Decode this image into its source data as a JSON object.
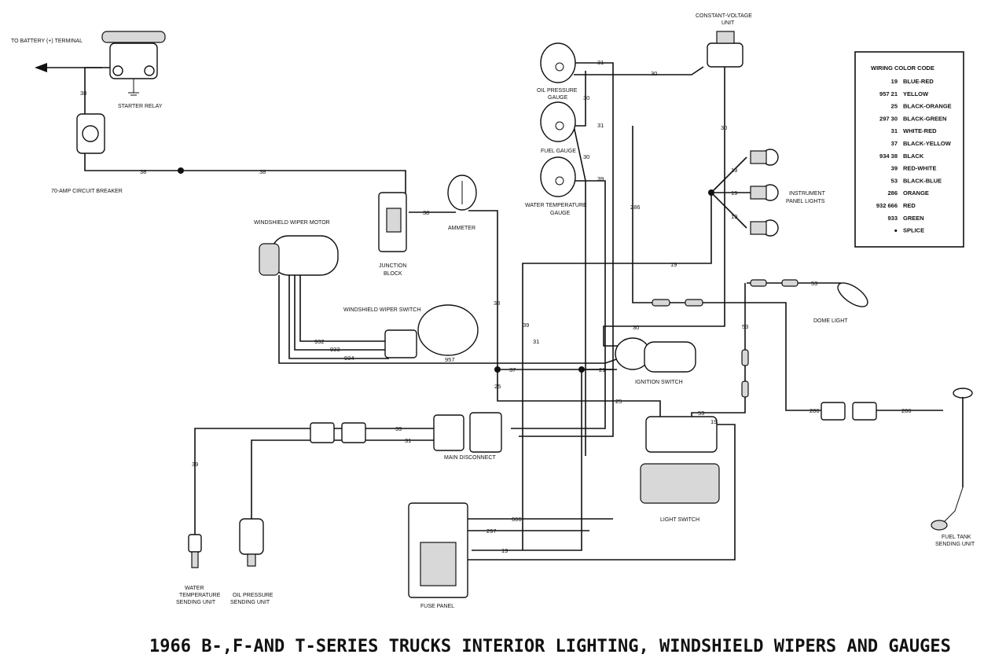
{
  "title": "1966 B-,F-AND T-SERIES TRUCKS INTERIOR LIGHTING, WINDSHIELD WIPERS AND GAUGES",
  "components": {
    "battery_terminal": "TO BATTERY (+) TERMINAL",
    "starter_relay": "STARTER RELAY",
    "circuit_breaker": "70-AMP CIRCUIT BREAKER",
    "wiper_motor": "WINDSHIELD WIPER MOTOR",
    "junction_block_1": "JUNCTION",
    "junction_block_2": "BLOCK",
    "ammeter": "AMMETER",
    "wiper_switch": "WINDSHIELD WIPER SWITCH",
    "oil_gauge_1": "OIL PRESSURE",
    "oil_gauge_2": "GAUGE",
    "fuel_gauge": "FUEL GAUGE",
    "water_gauge_1": "WATER TEMPERATURE",
    "water_gauge_2": "GAUGE",
    "cvu_1": "CONSTANT-VOLTAGE",
    "cvu_2": "UNIT",
    "panel_lights_1": "INSTRUMENT",
    "panel_lights_2": "PANEL LIGHTS",
    "dome_light": "DOME LIGHT",
    "ignition_switch": "IGNITION SWITCH",
    "main_disconnect": "MAIN DISCONNECT",
    "light_switch": "LIGHT SWITCH",
    "fuse_panel": "FUSE PANEL",
    "fuel_sender_1": "FUEL TANK",
    "fuel_sender_2": "SENDING UNIT",
    "water_sender_1": "WATER",
    "water_sender_2": "TEMPERATURE",
    "water_sender_3": "SENDING UNIT",
    "oil_sender_1": "OIL PRESSURE",
    "oil_sender_2": "SENDING UNIT"
  },
  "wire_numbers": {
    "w38a": "38",
    "w38b": "38",
    "w38c": "38",
    "w38d": "38",
    "w38e": "38",
    "w31a": "31",
    "w31b": "31",
    "w31c": "31",
    "w31d": "31",
    "w30a": "30",
    "w30b": "30",
    "w30c": "30",
    "w30d": "30",
    "w30e": "30",
    "w39a": "39",
    "w39b": "39",
    "w39c": "39",
    "w39d": "39",
    "w286a": "286",
    "w286b": "286",
    "w286c": "286",
    "w19a": "19",
    "w19b": "19",
    "w19c": "19",
    "w19d": "19",
    "w19e": "19",
    "w19f": "19",
    "w53a": "53",
    "w53b": "53",
    "w53c": "53",
    "w932": "932",
    "w933": "933",
    "w934": "934",
    "w957": "957",
    "w37": "37",
    "w21": "21",
    "w25a": "25",
    "w25b": "25",
    "w666": "666",
    "w297": "297"
  },
  "legend": {
    "header": "WIRING  COLOR CODE",
    "rows": [
      {
        "code": "19",
        "color": "BLUE-RED"
      },
      {
        "code": "957  21",
        "color": "YELLOW"
      },
      {
        "code": "25",
        "color": "BLACK-ORANGE"
      },
      {
        "code": "297  30",
        "color": "BLACK-GREEN"
      },
      {
        "code": "31",
        "color": "WHITE-RED"
      },
      {
        "code": "37",
        "color": "BLACK-YELLOW"
      },
      {
        "code": "934  38",
        "color": "BLACK"
      },
      {
        "code": "39",
        "color": "RED-WHITE"
      },
      {
        "code": "53",
        "color": "BLACK-BLUE"
      },
      {
        "code": "286",
        "color": "ORANGE"
      },
      {
        "code": "932  666",
        "color": "RED"
      },
      {
        "code": "933",
        "color": "GREEN"
      },
      {
        "code": "●",
        "color": "SPLICE"
      }
    ]
  }
}
